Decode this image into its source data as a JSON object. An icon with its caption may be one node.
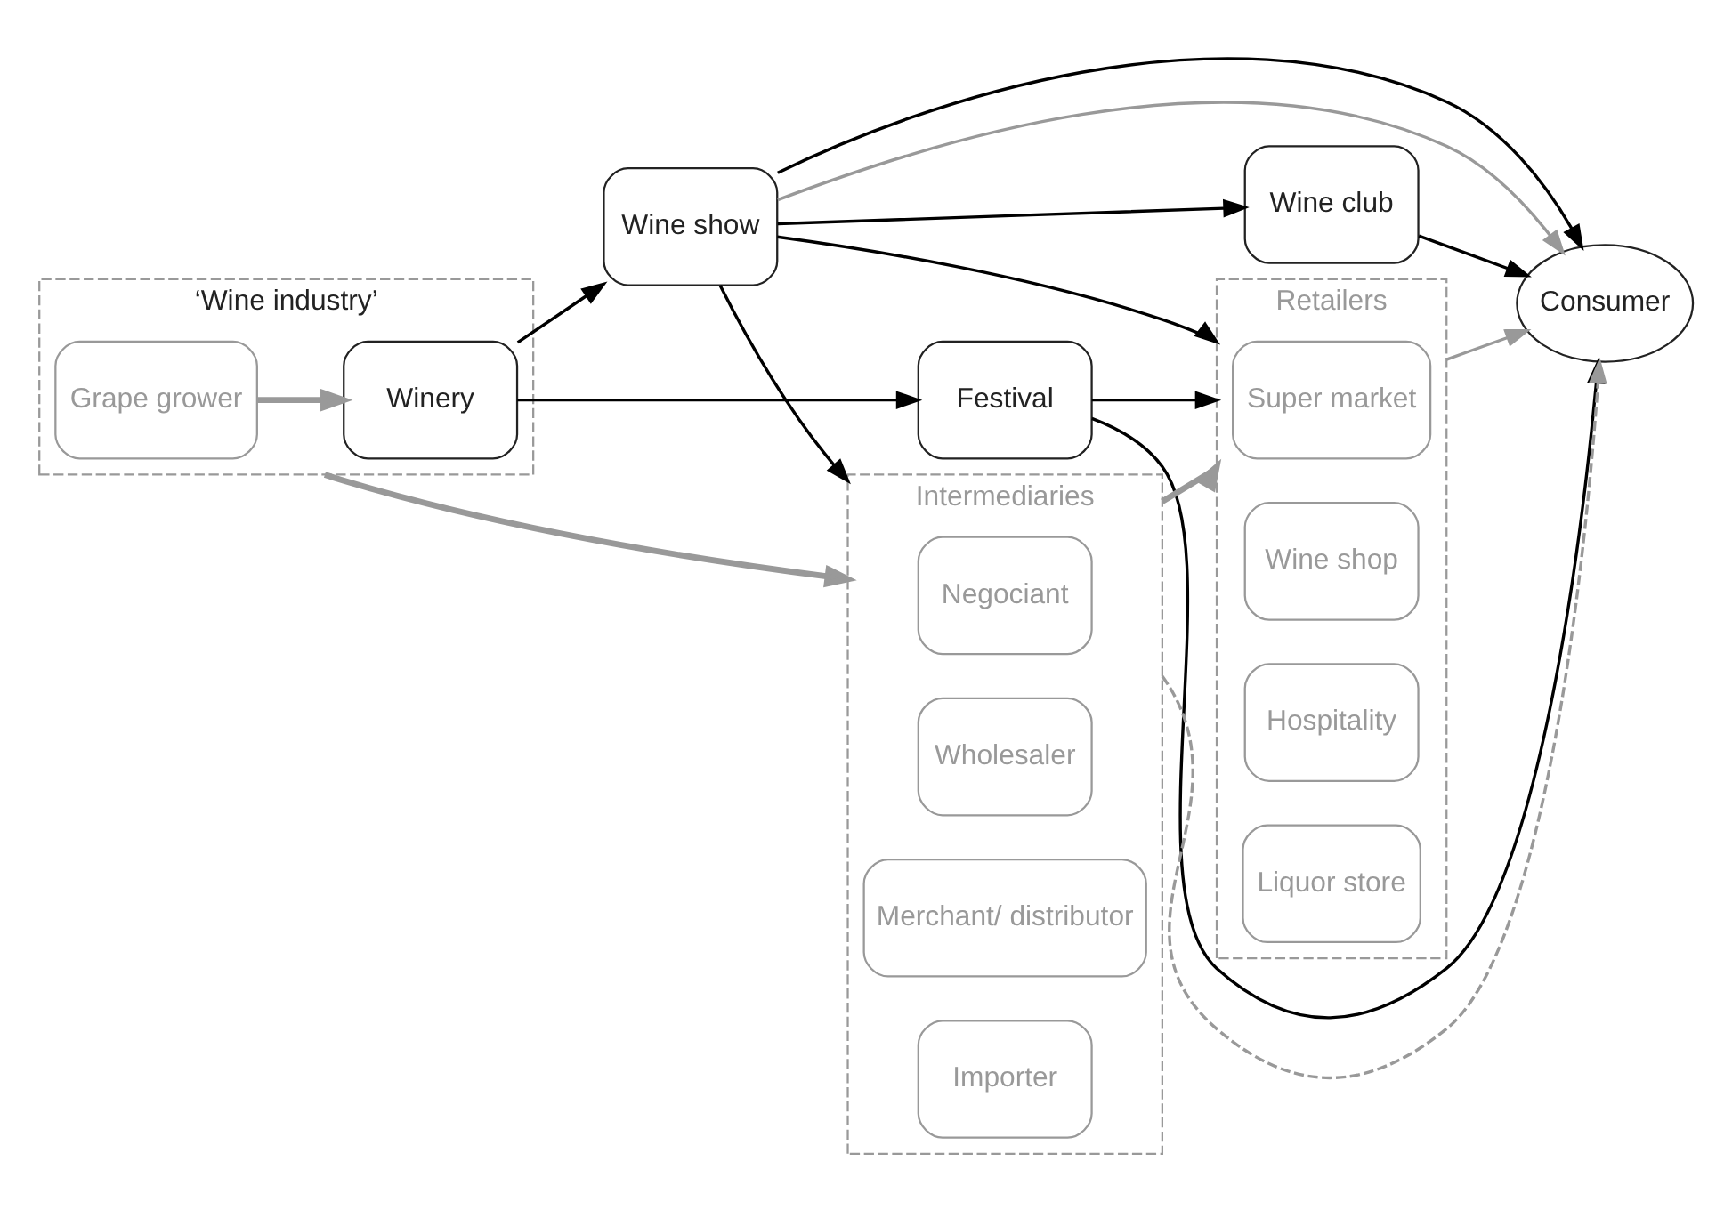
{
  "diagram": {
    "nodes": [
      {
        "text": [
          "‘Wine industry’"
        ]
      },
      {
        "text": [
          "Grape grower"
        ],
        "in": 0
      },
      {
        "text": [
          "Winery"
        ],
        "in": 0
      },
      {
        "text": [
          "Festival"
        ]
      },
      {
        "text": [
          "Intermediaries"
        ]
      },
      {
        "text": [
          "Negociant"
        ],
        "in": 4
      },
      {
        "text": [
          "Wholesaler"
        ],
        "in": 4
      },
      {
        "text": [
          "Merchant/ distributor"
        ],
        "in": 4
      },
      {
        "text": [
          "Importer"
        ],
        "in": 4
      },
      {
        "text": [
          "Retailers"
        ]
      },
      {
        "text": [
          "Super market"
        ],
        "in": 9
      },
      {
        "text": [
          "Wine shop"
        ],
        "in": 9
      },
      {
        "text": [
          "Hospitality"
        ],
        "in": 9
      },
      {
        "text": [
          "Liquor store"
        ],
        "in": 9
      },
      {
        "text": [
          "Wine show"
        ]
      },
      {
        "text": [
          "Wine club"
        ]
      },
      {
        "text": [
          "Consumer"
        ]
      }
    ],
    "edges": [
      {
        "from": 1,
        "to": 2,
        "arrow": "to",
        "style": "thick",
        "color": "#999999"
      },
      {
        "from": 0,
        "to": 4,
        "arrow": "to",
        "style": "thick",
        "color": "#999999"
      },
      {
        "from": 4,
        "to": 9,
        "arrow": "to",
        "style": "thick",
        "color": "#999999"
      },
      {
        "from": 9,
        "to": 16,
        "arrow": "to",
        "color": "#999999"
      },
      {
        "from": 2,
        "to": 3,
        "arrow": "to"
      },
      {
        "from": 2,
        "to": 14,
        "arrow": "to"
      },
      {
        "from": 3,
        "to": 9,
        "arrow": "to"
      },
      {
        "from": 3,
        "to": 16,
        "arrow": "to"
      },
      {
        "from": 14,
        "to": 4,
        "arrow": "to"
      },
      {
        "from": 14,
        "to": 9,
        "arrow": "to"
      },
      {
        "from": 14,
        "to": 15,
        "arrow": "to"
      },
      {
        "from": 14,
        "to": 16,
        "arrow": "to",
        "color": "#999999"
      },
      {
        "from": 14,
        "to": 16,
        "arrow": "to"
      },
      {
        "from": 15,
        "to": 16,
        "arrow": "to"
      },
      {
        "from": 4,
        "to": 16,
        "arrow": "to",
        "style": "dashed",
        "color": "#999999"
      }
    ]
  }
}
